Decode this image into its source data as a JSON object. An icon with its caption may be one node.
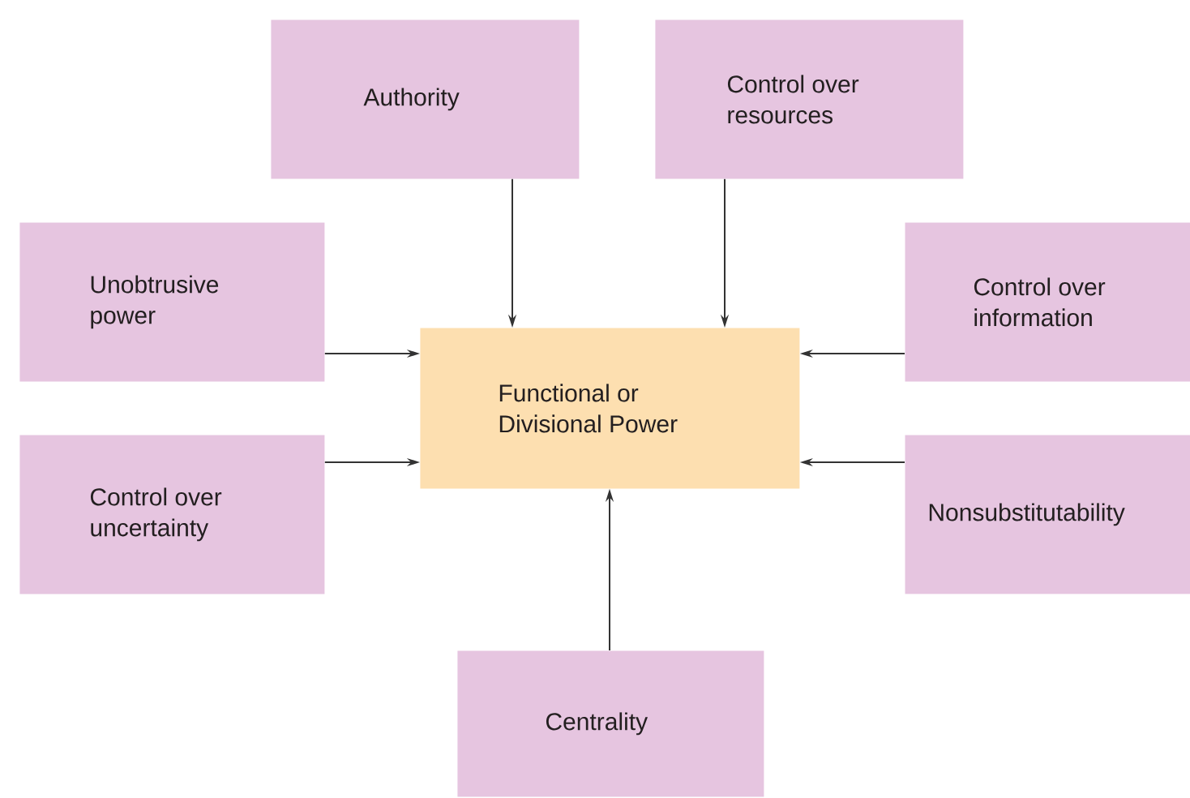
{
  "diagram": {
    "nodes": [
      {
        "text": [
          "Authority"
        ]
      },
      {
        "text": [
          "Control over resources"
        ]
      },
      {
        "text": [
          "Unobtrusive power"
        ]
      },
      {
        "text": [
          "Control over information"
        ]
      },
      {
        "text": [
          "Functional or Divisional Power"
        ]
      },
      {
        "text": [
          "Control over uncertainty"
        ]
      },
      {
        "text": [
          "Nonsubstitutability"
        ]
      },
      {
        "text": [
          "Centrality"
        ]
      }
    ],
    "edges": [
      {
        "from": 0,
        "to": 4,
        "arrow": "to"
      },
      {
        "from": 1,
        "to": 4,
        "arrow": "to"
      },
      {
        "from": 2,
        "to": 4,
        "arrow": "to"
      },
      {
        "from": 3,
        "to": 4,
        "arrow": "to"
      },
      {
        "from": 5,
        "to": 4,
        "arrow": "to"
      },
      {
        "from": 6,
        "to": 4,
        "arrow": "to"
      },
      {
        "from": 7,
        "to": 4,
        "arrow": "to"
      }
    ]
  }
}
